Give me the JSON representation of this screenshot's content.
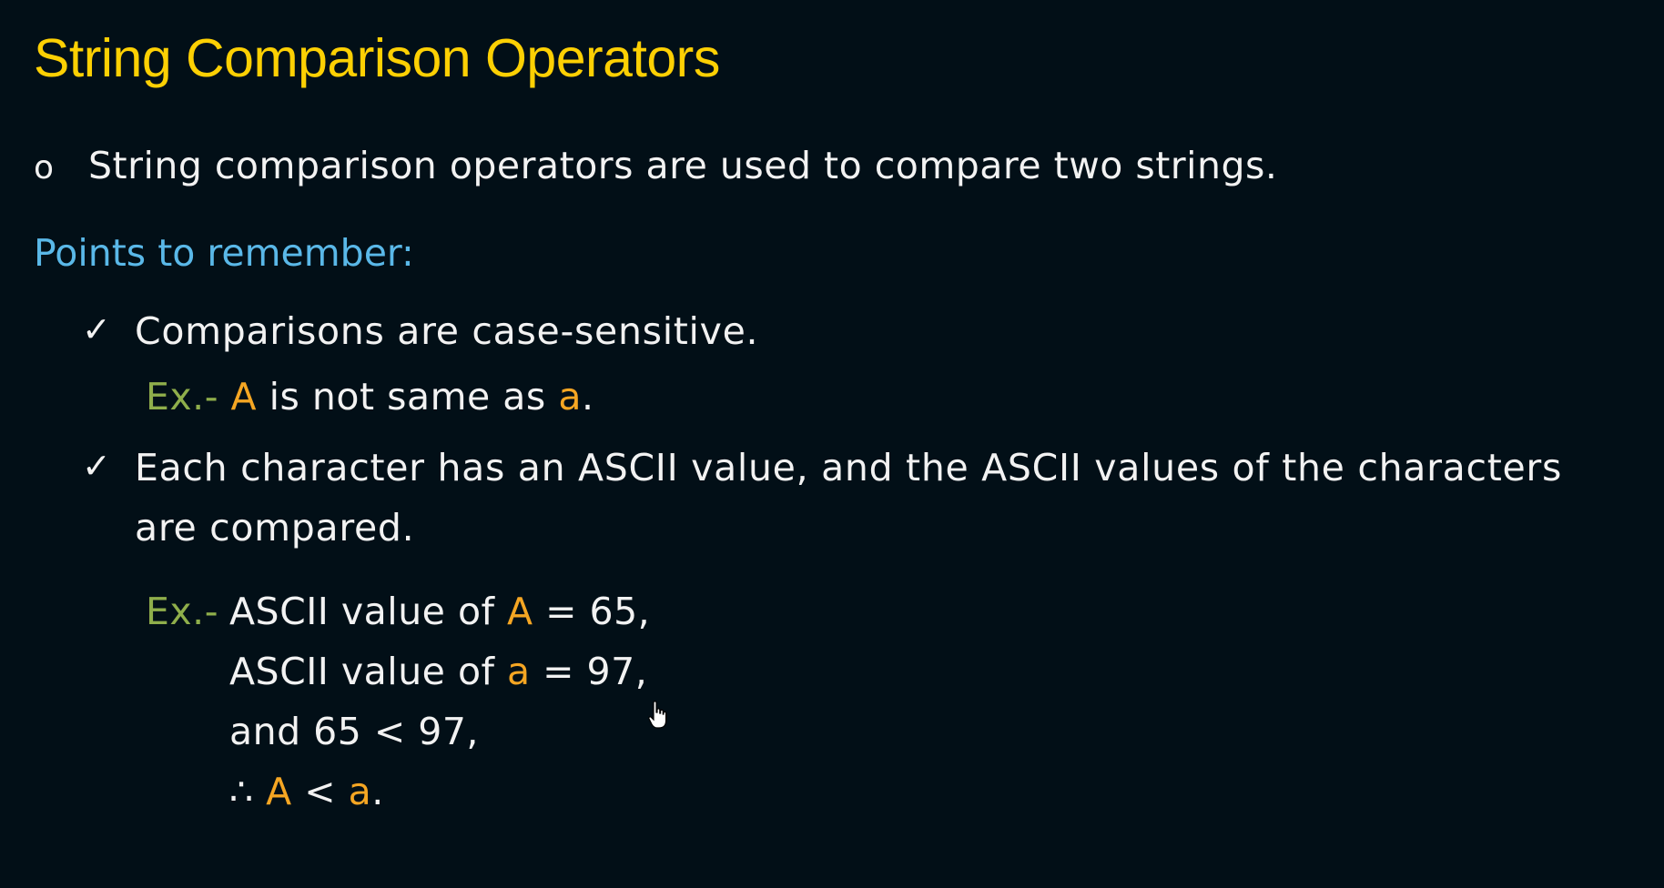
{
  "slide": {
    "title": "String Comparison Operators",
    "intro_marker": "o",
    "intro": "String comparison operators are used to compare two strings.",
    "subheading": "Points to remember:",
    "check_mark": "✓",
    "point1": {
      "text": "Comparisons are case-sensitive.",
      "ex_label": "Ex.-",
      "ex_a": "A",
      "ex_mid": " is not same as ",
      "ex_b": "a",
      "ex_end": "."
    },
    "point2": {
      "line1": "Each character has an ASCII value, and the ASCII values of the characters",
      "line2": "are compared.",
      "ex_label": "Ex.-",
      "row1_pre": "ASCII value of ",
      "row1_hl": "A",
      "row1_post": " = 65,",
      "row2_pre": "ASCII value of ",
      "row2_hl": "a",
      "row2_post": " = 97,",
      "row3": "and 65 < 97,",
      "row4_pre": "∴ ",
      "row4_a": "A",
      "row4_mid": " < ",
      "row4_b": "a",
      "row4_end": "."
    }
  },
  "colors": {
    "background": "#020f17",
    "title": "#fdd003",
    "subheading": "#5ab8e8",
    "example_label": "#8fae4b",
    "highlight": "#f5a623",
    "text": "#f2f2f2"
  },
  "cursor_icon": "hand-pointer-icon"
}
